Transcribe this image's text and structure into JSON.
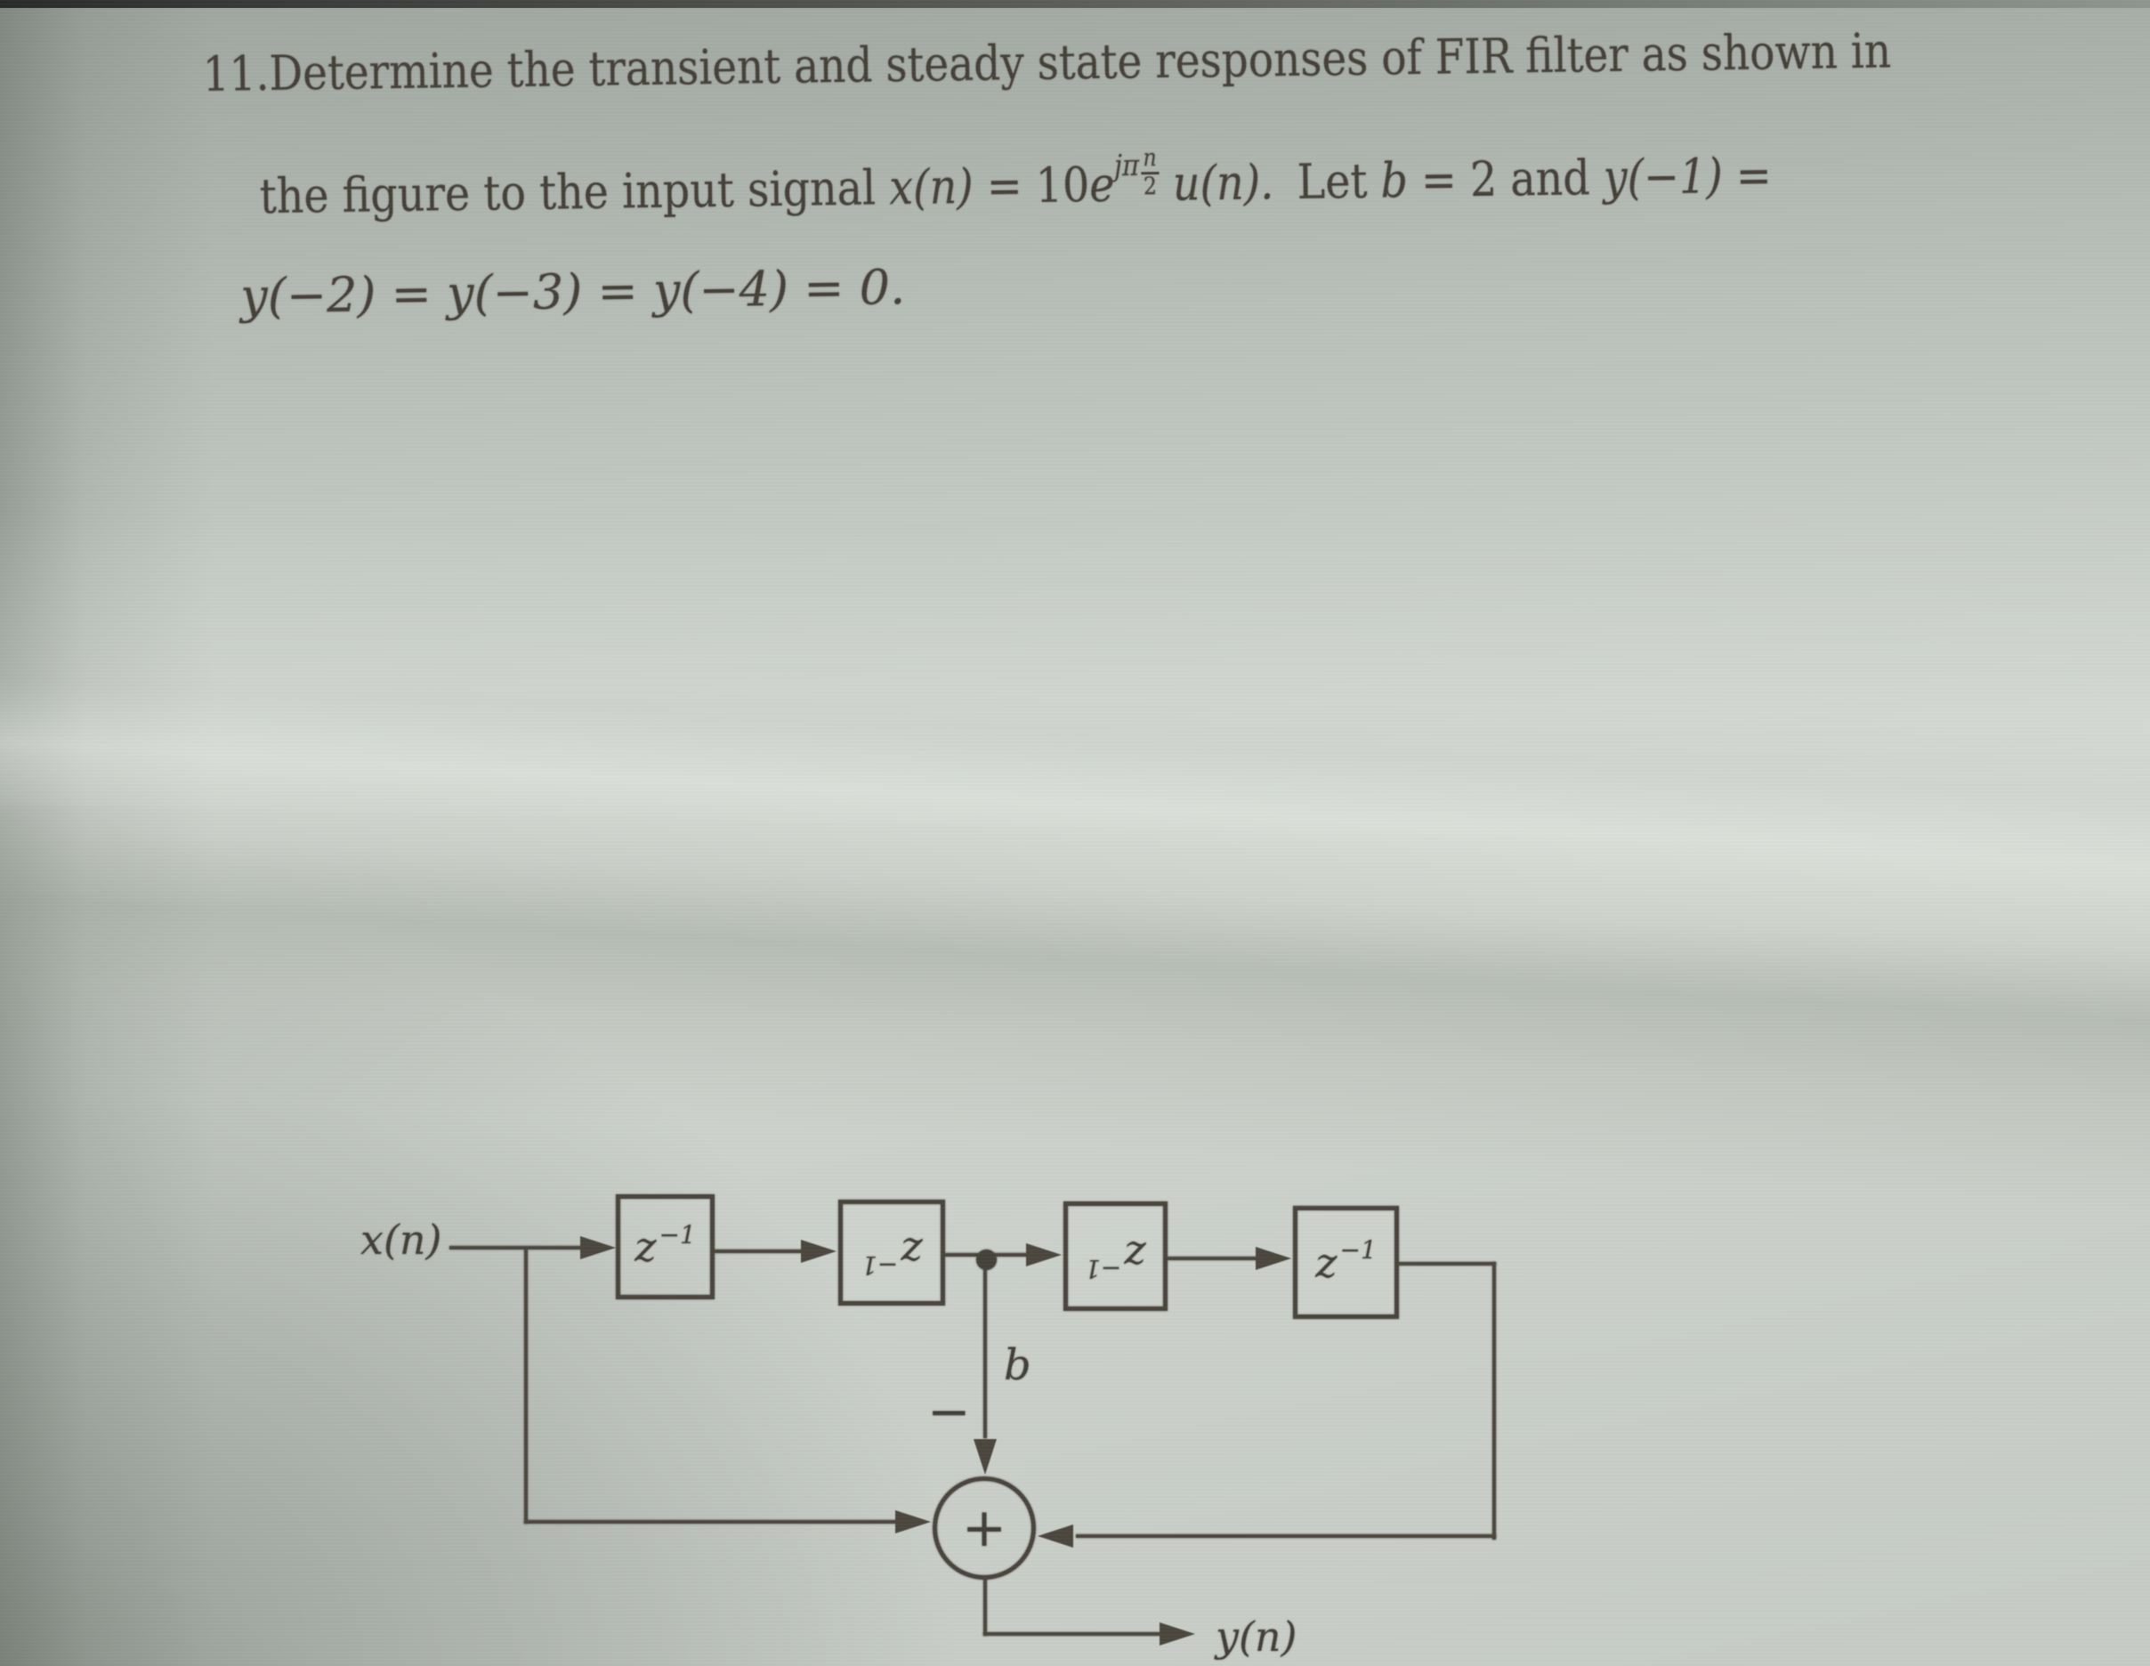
{
  "problem": {
    "line1": "11.Determine the transient and steady state responses of FIR filter as shown in",
    "line2": {
      "prefix": "the figure to the input signal ",
      "x_of_n": "x(n)",
      "eq_ten": " = 10",
      "e_base": "e",
      "exp_jpi": "jπ",
      "exp_frac_num": "n",
      "exp_frac_den": "2",
      "u_of_n": " u(n).",
      "let_word": "Let ",
      "b_var": "b",
      "eq_two_and": " = 2 and ",
      "y_neg1": "y(−1)",
      "trailing_eq": " ="
    },
    "line3": "y(−2) = y(−3) = y(−4) = 0."
  },
  "diagram": {
    "input_label": "x(n)",
    "output_label": "y(n)",
    "gain_label": "b",
    "minus_label": "−",
    "plus_label": "+",
    "delay_blocks": [
      {
        "base": "z",
        "exp": "−1"
      },
      {
        "base": "z",
        "exp": "−1"
      },
      {
        "base": "z",
        "exp": "−1"
      },
      {
        "base": "z",
        "exp": "−1"
      }
    ]
  },
  "colors": {
    "ink": "#4b473f",
    "text_ink": "#454139",
    "paper_light": "#cdd2cc",
    "paper_mid": "#c2c8c2",
    "paper_dark": "#8f978f",
    "band_shadow": "#949d90"
  }
}
